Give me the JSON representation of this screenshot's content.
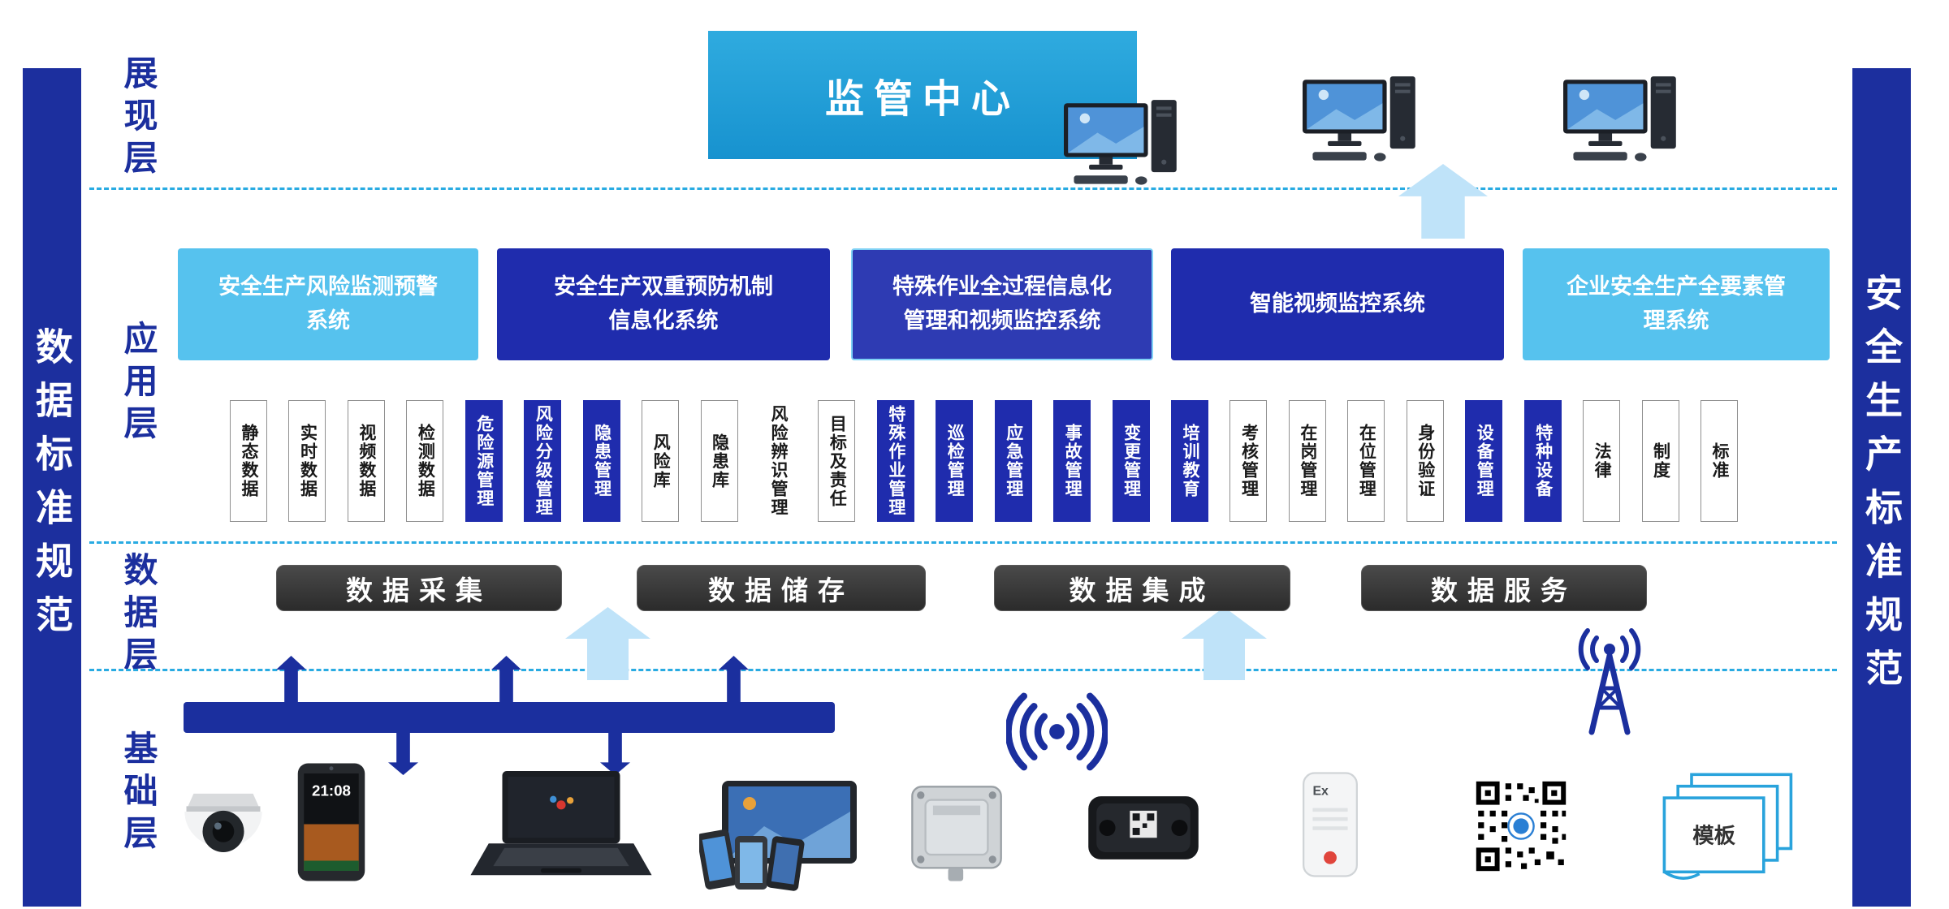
{
  "side_rails": {
    "left_label": "数据标准规范",
    "right_label": "安全生产标准规范"
  },
  "layers": {
    "presentation": "展现层",
    "application": "应用层",
    "data": "数据层",
    "foundation": "基础层"
  },
  "presentation": {
    "center_box_label": "监管中心",
    "computers": [
      "desktop-computer",
      "desktop-computer",
      "desktop-computer"
    ]
  },
  "application": {
    "systems": [
      {
        "lines": [
          "安全生产风险监测预警",
          "系统"
        ],
        "style": "light"
      },
      {
        "lines": [
          "安全生产双重预防机制",
          "信息化系统"
        ],
        "style": "dark"
      },
      {
        "lines": [
          "特殊作业全过程信息化",
          "管理和视频监控系统"
        ],
        "style": "medium"
      },
      {
        "lines": [
          "智能视频监控系统"
        ],
        "style": "dark"
      },
      {
        "lines": [
          "企业安全生产全要素管",
          "理系统"
        ],
        "style": "light"
      }
    ],
    "modules": [
      {
        "label": "静态数据",
        "style": "plain"
      },
      {
        "label": "实时数据",
        "style": "plain"
      },
      {
        "label": "视频数据",
        "style": "plain"
      },
      {
        "label": "检测数据",
        "style": "plain"
      },
      {
        "label": "危险源管理",
        "style": "dark"
      },
      {
        "label": "风险分级管理",
        "style": "dark"
      },
      {
        "label": "隐患管理",
        "style": "dark"
      },
      {
        "label": "风险库",
        "style": "plain"
      },
      {
        "label": "隐患库",
        "style": "plain"
      },
      {
        "label": "风险辨识管理",
        "style": "bare"
      },
      {
        "label": "目标及责任",
        "style": "plain"
      },
      {
        "label": "特殊作业管理",
        "style": "dark"
      },
      {
        "label": "巡检管理",
        "style": "dark"
      },
      {
        "label": "应急管理",
        "style": "dark"
      },
      {
        "label": "事故管理",
        "style": "dark"
      },
      {
        "label": "变更管理",
        "style": "dark"
      },
      {
        "label": "培训教育",
        "style": "dark"
      },
      {
        "label": "考核管理",
        "style": "plain"
      },
      {
        "label": "在岗管理",
        "style": "plain"
      },
      {
        "label": "在位管理",
        "style": "plain"
      },
      {
        "label": "身份验证",
        "style": "plain"
      },
      {
        "label": "设备管理",
        "style": "dark"
      },
      {
        "label": "特种设备",
        "style": "dark"
      },
      {
        "label": "法律",
        "style": "plain"
      },
      {
        "label": "制度",
        "style": "plain"
      },
      {
        "label": "标准",
        "style": "plain"
      }
    ]
  },
  "data_layer": {
    "boxes": [
      {
        "label": "数据采集"
      },
      {
        "label": "数据储存"
      },
      {
        "label": "数据集成"
      },
      {
        "label": "数据服务"
      }
    ]
  },
  "foundation": {
    "phone_time": "21:08",
    "ex_label": "Ex",
    "template_label": "模板",
    "devices": [
      "dome-camera",
      "rugged-phone",
      "laptop",
      "tablet-and-phones",
      "junction-box",
      "gas-detector",
      "ex-sensor",
      "qr-code",
      "template-docs"
    ]
  },
  "colors": {
    "rail_blue": "#1c2f9e",
    "dark_blue": "#1f2cad",
    "medium_blue": "#2e3bb3",
    "light_blue": "#56c2ee",
    "center_cyan": "#1e9cd7",
    "dashed_blue": "#29abe2",
    "data_box_gray": "#3a3a3a",
    "arrow_light_blue": "#bfe3f9",
    "navy": "#1b2f9e"
  }
}
